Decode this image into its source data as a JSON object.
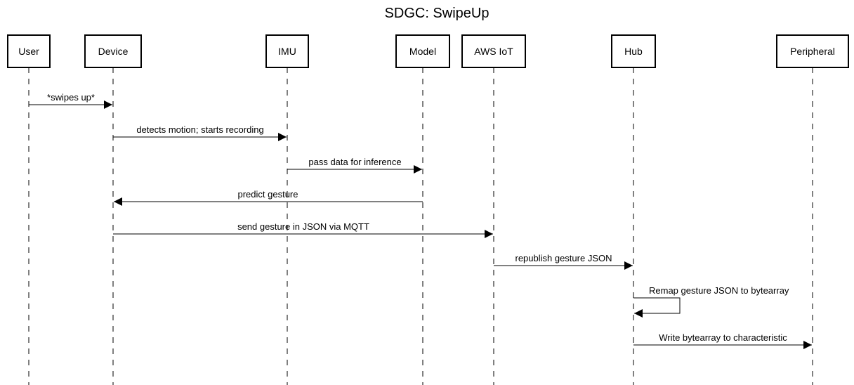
{
  "title": "SDGC: SwipeUp",
  "participants": [
    {
      "id": "user",
      "label": "User"
    },
    {
      "id": "device",
      "label": "Device"
    },
    {
      "id": "imu",
      "label": "IMU"
    },
    {
      "id": "model",
      "label": "Model"
    },
    {
      "id": "aws",
      "label": "AWS IoT"
    },
    {
      "id": "hub",
      "label": "Hub"
    },
    {
      "id": "peripheral",
      "label": "Peripheral"
    }
  ],
  "messages": [
    {
      "from": "user",
      "to": "device",
      "label": "*swipes up*"
    },
    {
      "from": "device",
      "to": "imu",
      "label": "detects motion; starts recording"
    },
    {
      "from": "imu",
      "to": "model",
      "label": "pass data for inference"
    },
    {
      "from": "model",
      "to": "device",
      "label": "predict gesture"
    },
    {
      "from": "device",
      "to": "aws",
      "label": "send gesture in JSON via MQTT"
    },
    {
      "from": "aws",
      "to": "hub",
      "label": "republish gesture JSON"
    },
    {
      "from": "hub",
      "to": "hub",
      "label": "Remap gesture JSON to bytearray"
    },
    {
      "from": "hub",
      "to": "peripheral",
      "label": "Write bytearray to characteristic"
    }
  ]
}
